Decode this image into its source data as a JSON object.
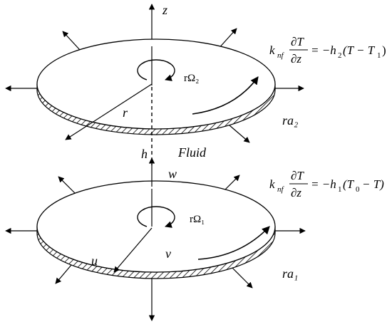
{
  "diagram": {
    "axis_label": "z",
    "top_disk": {
      "rotation_label": "rΩ₂",
      "radius_label": "r",
      "stretch_label": "ra₂",
      "bc_equation": {
        "coef": "k",
        "coef_sub": "nf",
        "num": "∂T",
        "den": "∂z",
        "rhs_a": "= −h",
        "rhs_a_sub": "2",
        "rhs_b": "(T − T",
        "rhs_b_sub": "1",
        "rhs_c": ")"
      }
    },
    "gap_label": "h",
    "fluid_label": "Fluid",
    "bottom_disk": {
      "rotation_label": "rΩ₁",
      "stretch_label": "ra₁",
      "velocity_labels": {
        "w": "w",
        "u": "u",
        "v": "v"
      },
      "bc_equation": {
        "coef": "k",
        "coef_sub": "nf",
        "num": "∂T",
        "den": "∂z",
        "rhs_a": "= −h",
        "rhs_a_sub": "1",
        "rhs_b": "(T",
        "rhs_b_sub": "0",
        "rhs_c": "− T)"
      }
    }
  }
}
